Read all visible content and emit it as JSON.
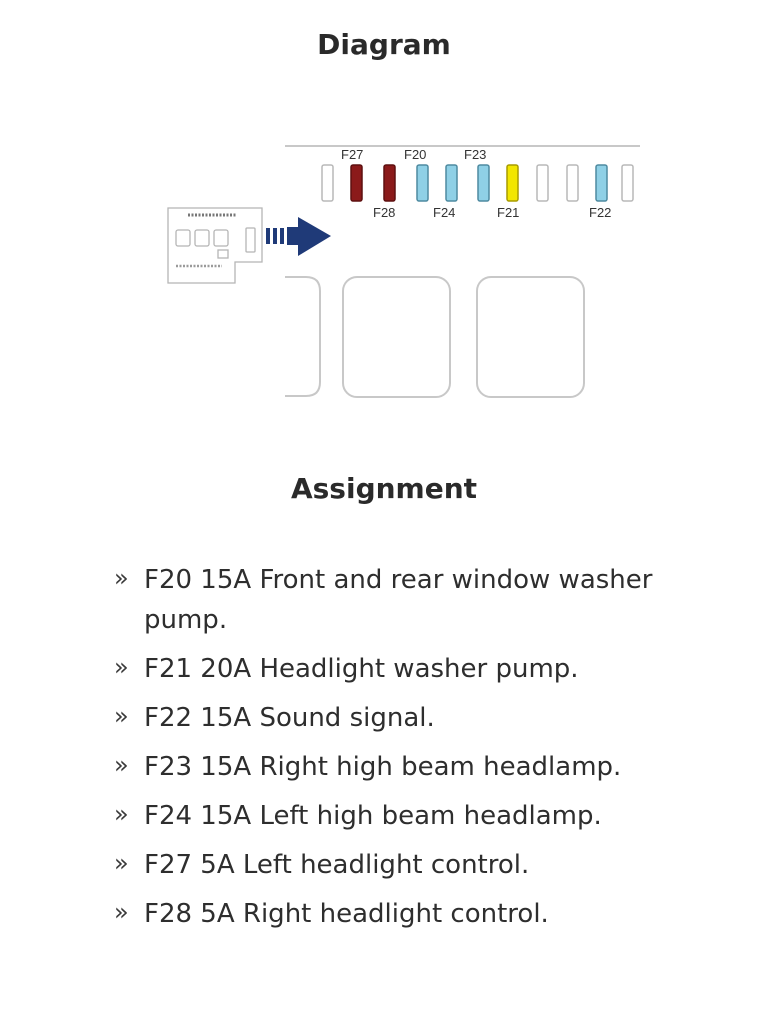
{
  "headings": {
    "diagram": "Diagram",
    "assignment": "Assignment"
  },
  "diagram": {
    "fuse_labels_top": [
      "F27",
      "F20",
      "F23"
    ],
    "fuse_labels_bottom": [
      "F28",
      "F24",
      "F21",
      "F22"
    ],
    "colors": {
      "red_fuse": "#8b1a1a",
      "blue_fuse": "#8fd0e6",
      "yellow_fuse": "#f2e600",
      "arrow": "#1f3a78",
      "outline": "#c8c8c8"
    }
  },
  "assignment": {
    "bullet": "»",
    "items": [
      "F20 15A Front and rear window washer pump.",
      "F21 20A Headlight washer pump.",
      "F22 15A Sound signal.",
      "F23 15A Right high beam headlamp.",
      "F24 15A Left high beam headlamp.",
      "F27 5A Left headlight control.",
      "F28 5A Right headlight control."
    ]
  }
}
